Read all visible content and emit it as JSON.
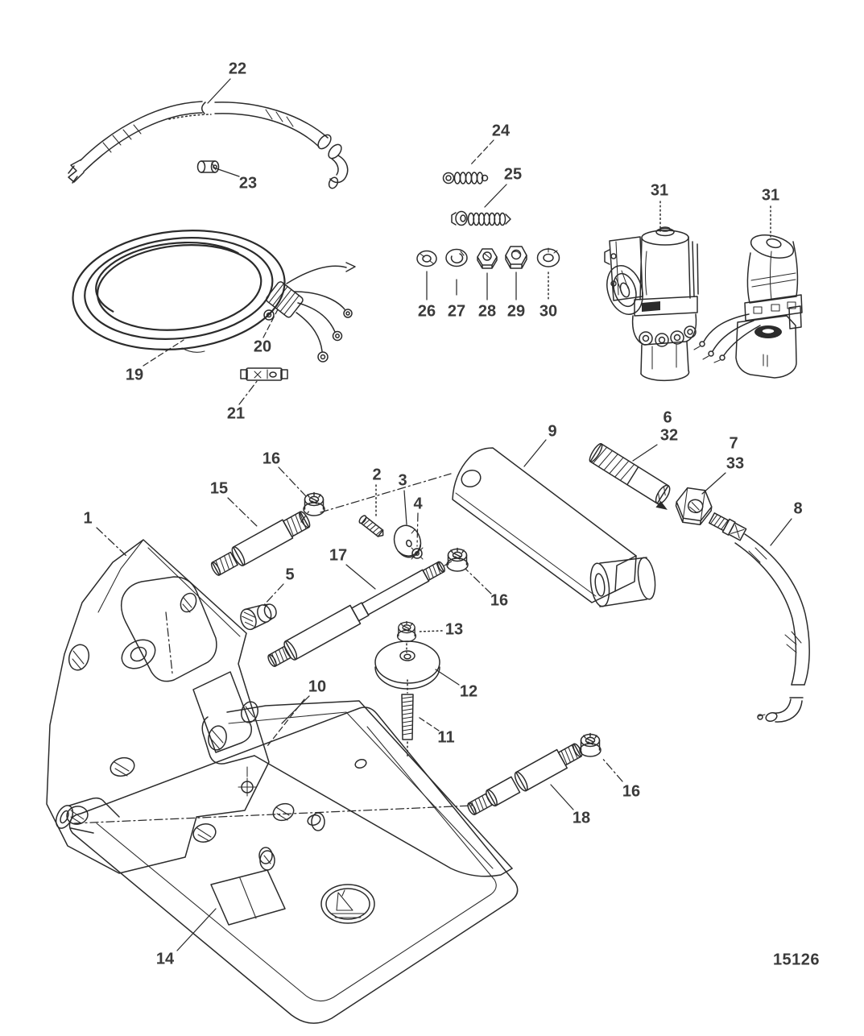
{
  "figure_number": "15126",
  "colors": {
    "background": "#ffffff",
    "ink": "#2b2b2b",
    "label_text": "#3a3a3a"
  },
  "callouts": [
    {
      "label": "22"
    },
    {
      "label": "23"
    },
    {
      "label": "24"
    },
    {
      "label": "25"
    },
    {
      "label": "26"
    },
    {
      "label": "27"
    },
    {
      "label": "28"
    },
    {
      "label": "29"
    },
    {
      "label": "30"
    },
    {
      "label": "31"
    },
    {
      "label": "31"
    },
    {
      "label": "19"
    },
    {
      "label": "20"
    },
    {
      "label": "21"
    },
    {
      "label": "9"
    },
    {
      "label": "6"
    },
    {
      "label": "32"
    },
    {
      "label": "7"
    },
    {
      "label": "33"
    },
    {
      "label": "8"
    },
    {
      "label": "16"
    },
    {
      "label": "15"
    },
    {
      "label": "2"
    },
    {
      "label": "3"
    },
    {
      "label": "4"
    },
    {
      "label": "1"
    },
    {
      "label": "5"
    },
    {
      "label": "17"
    },
    {
      "label": "16"
    },
    {
      "label": "13"
    },
    {
      "label": "12"
    },
    {
      "label": "11"
    },
    {
      "label": "10"
    },
    {
      "label": "16"
    },
    {
      "label": "18"
    },
    {
      "label": "14"
    }
  ]
}
